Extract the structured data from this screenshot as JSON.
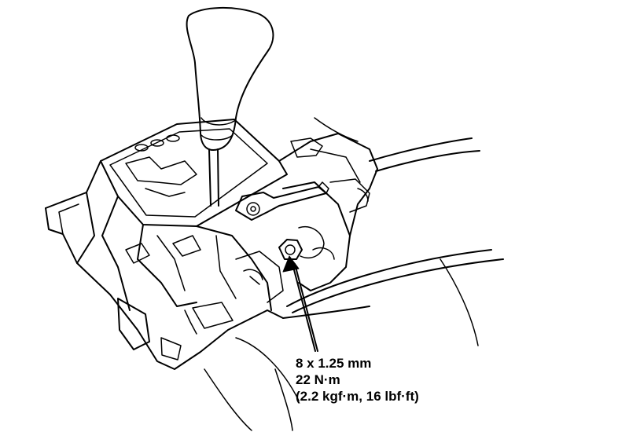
{
  "callout": {
    "thread_size": "8 x 1.25 mm",
    "torque_nm": "22 N·m",
    "torque_alt": "(2.2 kgf·m, 16 lbf·ft)"
  },
  "colors": {
    "line": "#000000",
    "background": "#ffffff"
  },
  "icons": {
    "knob": "shift-knob",
    "fastener": "nut-icon",
    "pointer": "leader-arrow"
  }
}
